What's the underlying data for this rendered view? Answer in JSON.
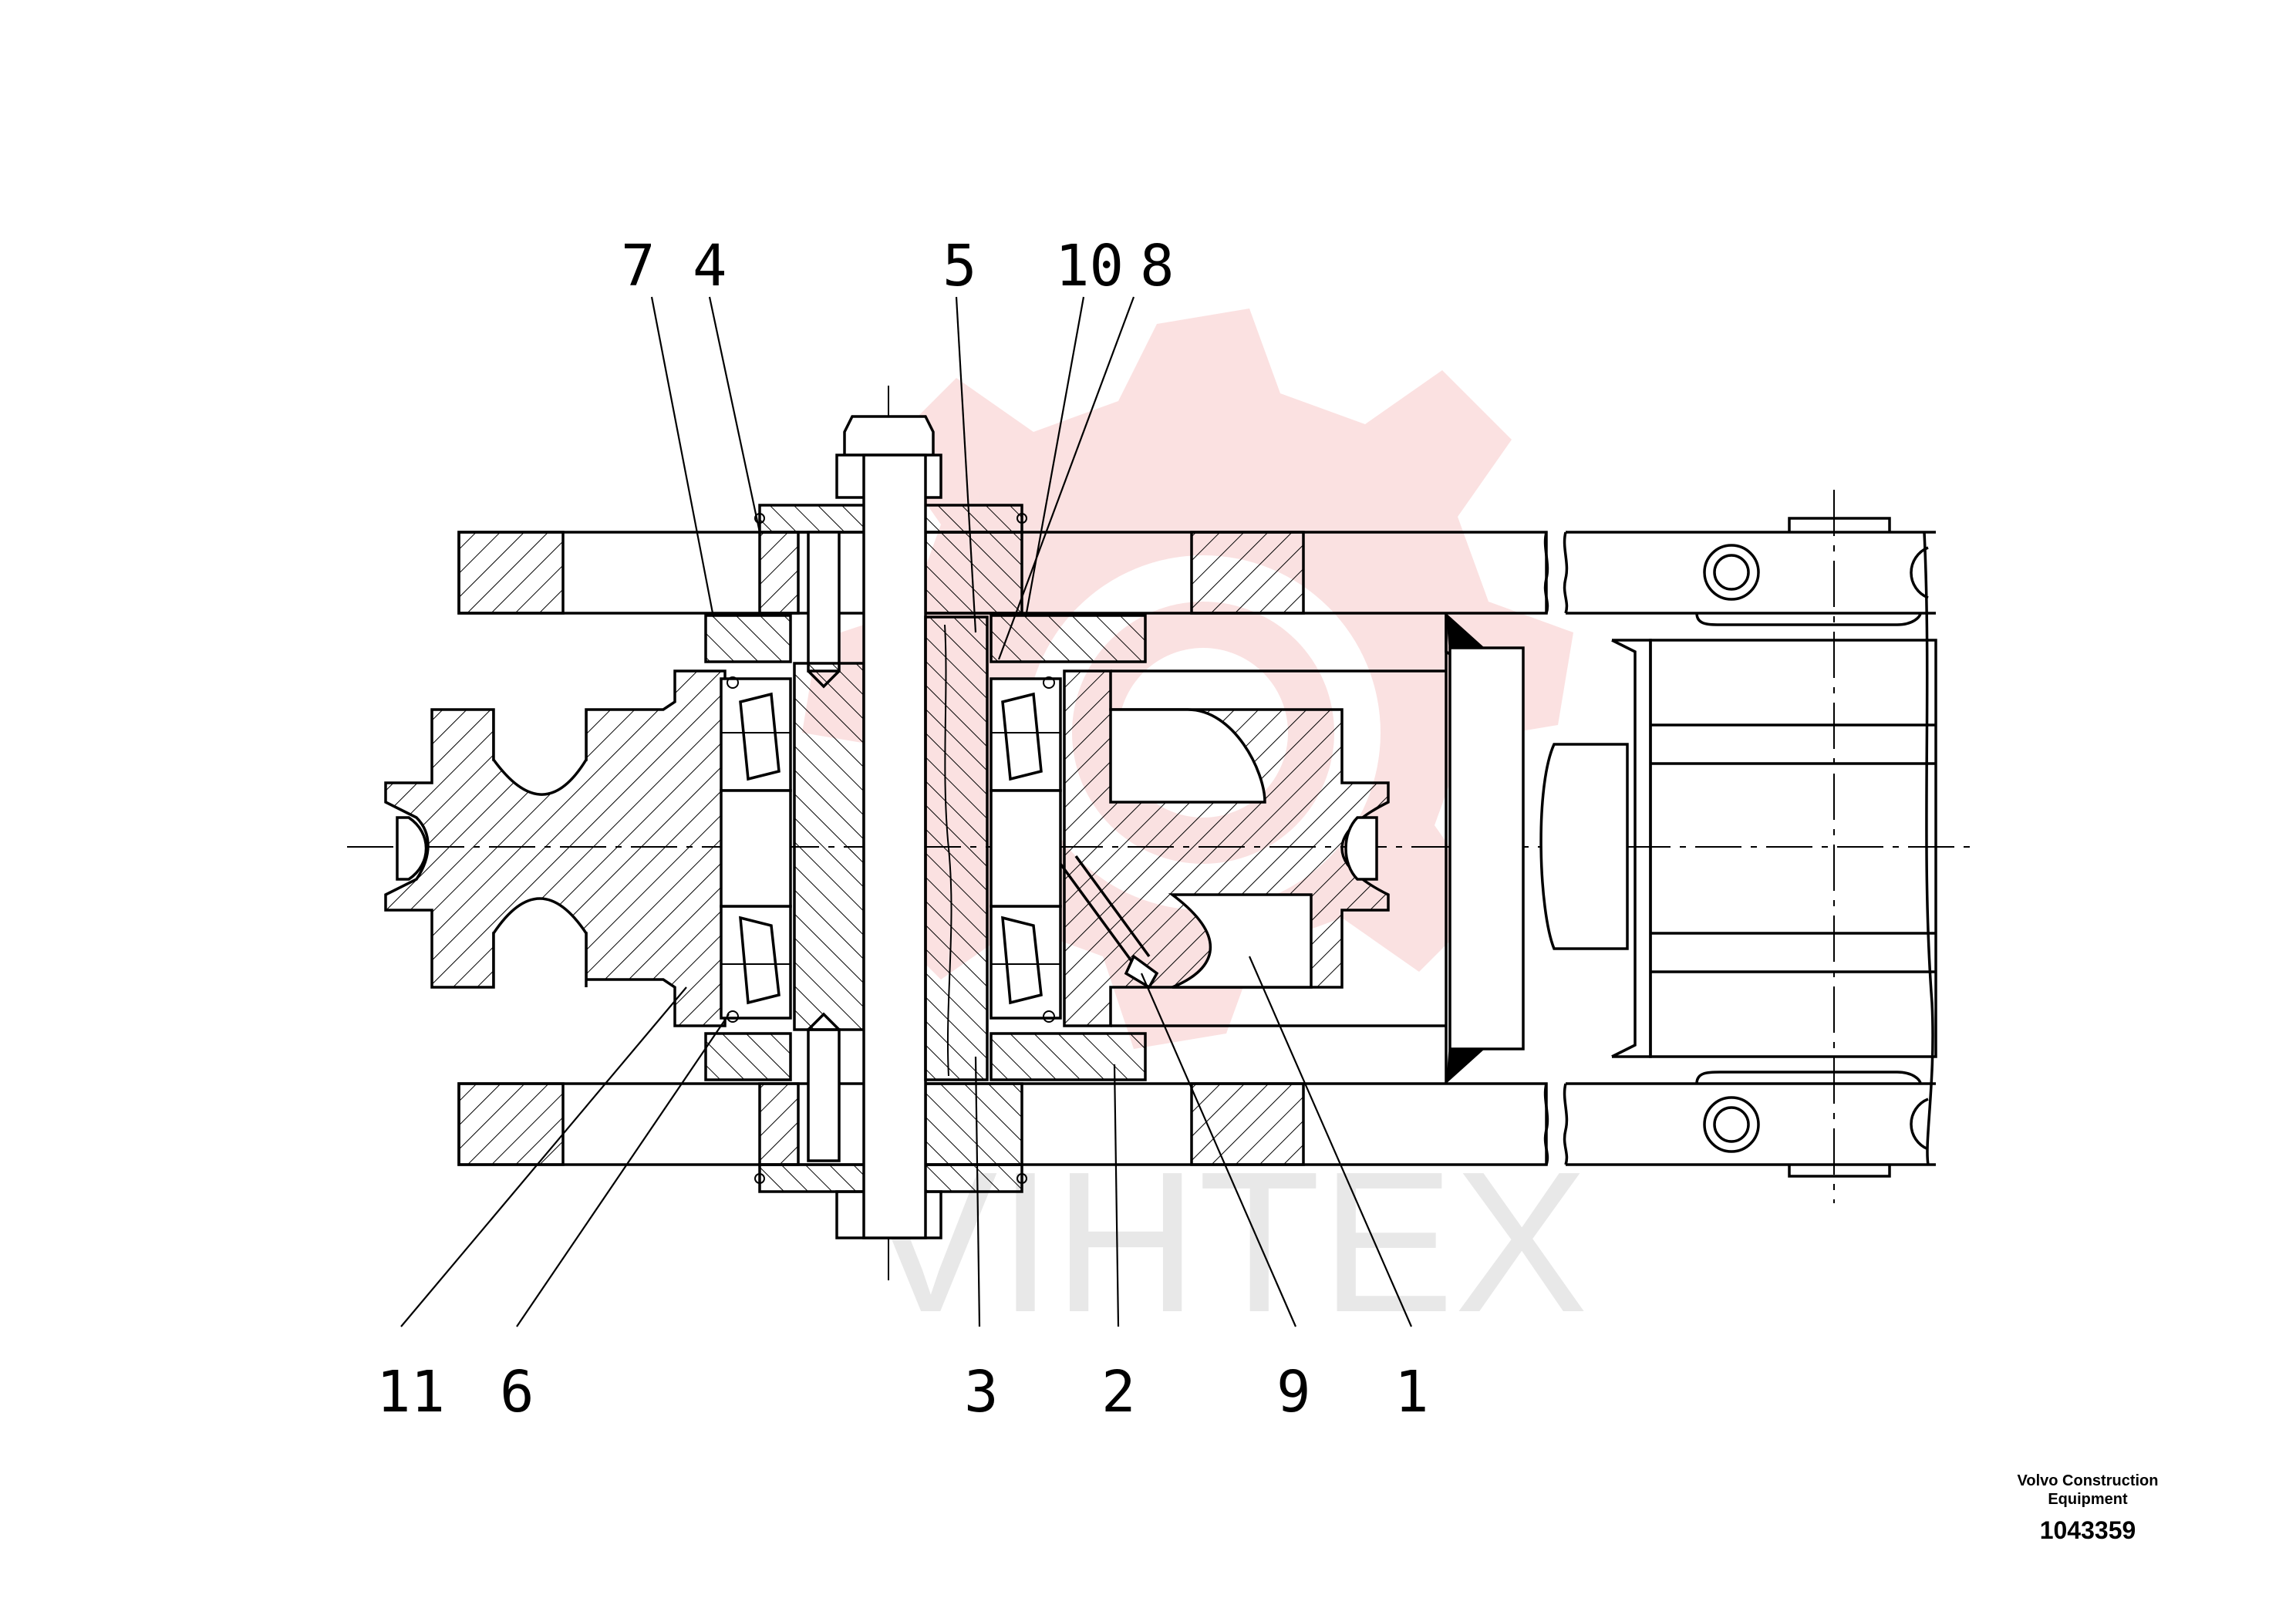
{
  "callouts": {
    "c7": "7",
    "c4": "4",
    "c5": "5",
    "c10": "10",
    "c8": "8",
    "c11": "11",
    "c6": "6",
    "c3": "3",
    "c2": "2",
    "c9": "9",
    "c1": "1"
  },
  "watermark": {
    "text": "VIHTEX",
    "color": "#e8e8e8",
    "gear_color": "#f7c9c9"
  },
  "stamp": {
    "brand": "Volvo Construction Equipment",
    "part_number": "1043359"
  },
  "colors": {
    "line": "#000000",
    "background": "#ffffff"
  }
}
